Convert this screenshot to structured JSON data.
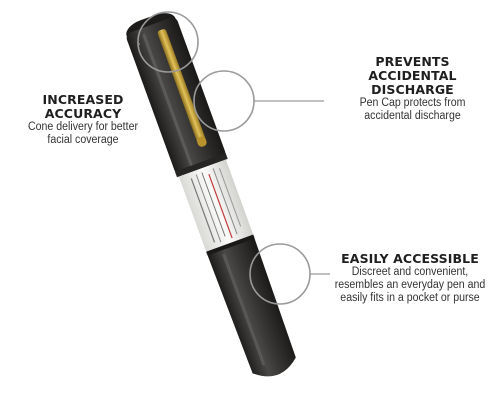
{
  "callouts": {
    "accuracy": {
      "heading": "INCREASED ACCURACY",
      "body_lines": [
        "Cone delivery for better",
        "facial coverage"
      ]
    },
    "cap": {
      "heading_lines": [
        "PREVENTS",
        "ACCIDENTAL",
        "DISCHARGE"
      ],
      "body_lines": [
        "Pen Cap protects from",
        "accidental discharge"
      ]
    },
    "accessible": {
      "heading": "EASILY ACCESSIBLE",
      "body_lines": [
        "Discreet and convenient,",
        "resembles an everyday pen and",
        "easily fits in a pocket or purse"
      ]
    }
  },
  "colors": {
    "pen_body": "#2f2e2c",
    "pen_highlight": "#5a5856",
    "clip_gold": "#c9a338",
    "label_white": "#f4f4f2",
    "circle_stroke": "#9a9a9a"
  },
  "icons": {
    "product": "pen-shaped-spray-device",
    "highlight_marker": "circle-outline"
  }
}
